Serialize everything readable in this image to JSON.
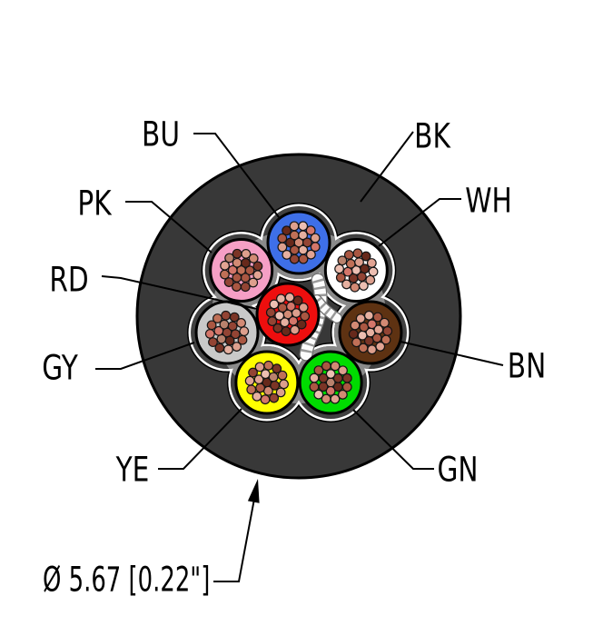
{
  "figure": {
    "type": "cable-cross-section",
    "strands_per_conductor": 19,
    "conductor_count": 8,
    "jacket": {
      "id": "bk",
      "label": "BK",
      "color": "#383838"
    },
    "conductors": [
      {
        "id": "bu",
        "label": "BU",
        "color": "#3e6fe8",
        "position": "outer-top"
      },
      {
        "id": "wh",
        "label": "WH",
        "color": "#ffffff",
        "position": "outer-upper-right"
      },
      {
        "id": "bn",
        "label": "BN",
        "color": "#5e3212",
        "position": "outer-right"
      },
      {
        "id": "gn",
        "label": "GN",
        "color": "#00dc00",
        "position": "outer-lower-right"
      },
      {
        "id": "ye",
        "label": "YE",
        "color": "#ffff00",
        "position": "outer-lower-left"
      },
      {
        "id": "gy",
        "label": "GY",
        "color": "#c9c9c9",
        "position": "outer-left"
      },
      {
        "id": "pk",
        "label": "PK",
        "color": "#f59fc5",
        "position": "outer-upper-left"
      },
      {
        "id": "rd",
        "label": "RD",
        "color": "#ee0e0e",
        "position": "center"
      }
    ],
    "tape_color": "#ffffff",
    "gap_color": "#414141",
    "interstice_color": "#8a8a8a",
    "outline_color": "#000000",
    "strand_palette": [
      "#edbfb2",
      "#e2a493",
      "#d28a74",
      "#c07057",
      "#aa5742",
      "#934434",
      "#7b3526",
      "#67291b",
      "#dd9f8d",
      "#b9826d",
      "#d4766a",
      "#e6b0a0"
    ],
    "filler": {
      "fill": "#fcfcfc",
      "hatch": "#9a9a9a",
      "outline": "#6e6e6e"
    },
    "diameter_label": "Ø 5.67 [0.22\"]"
  }
}
